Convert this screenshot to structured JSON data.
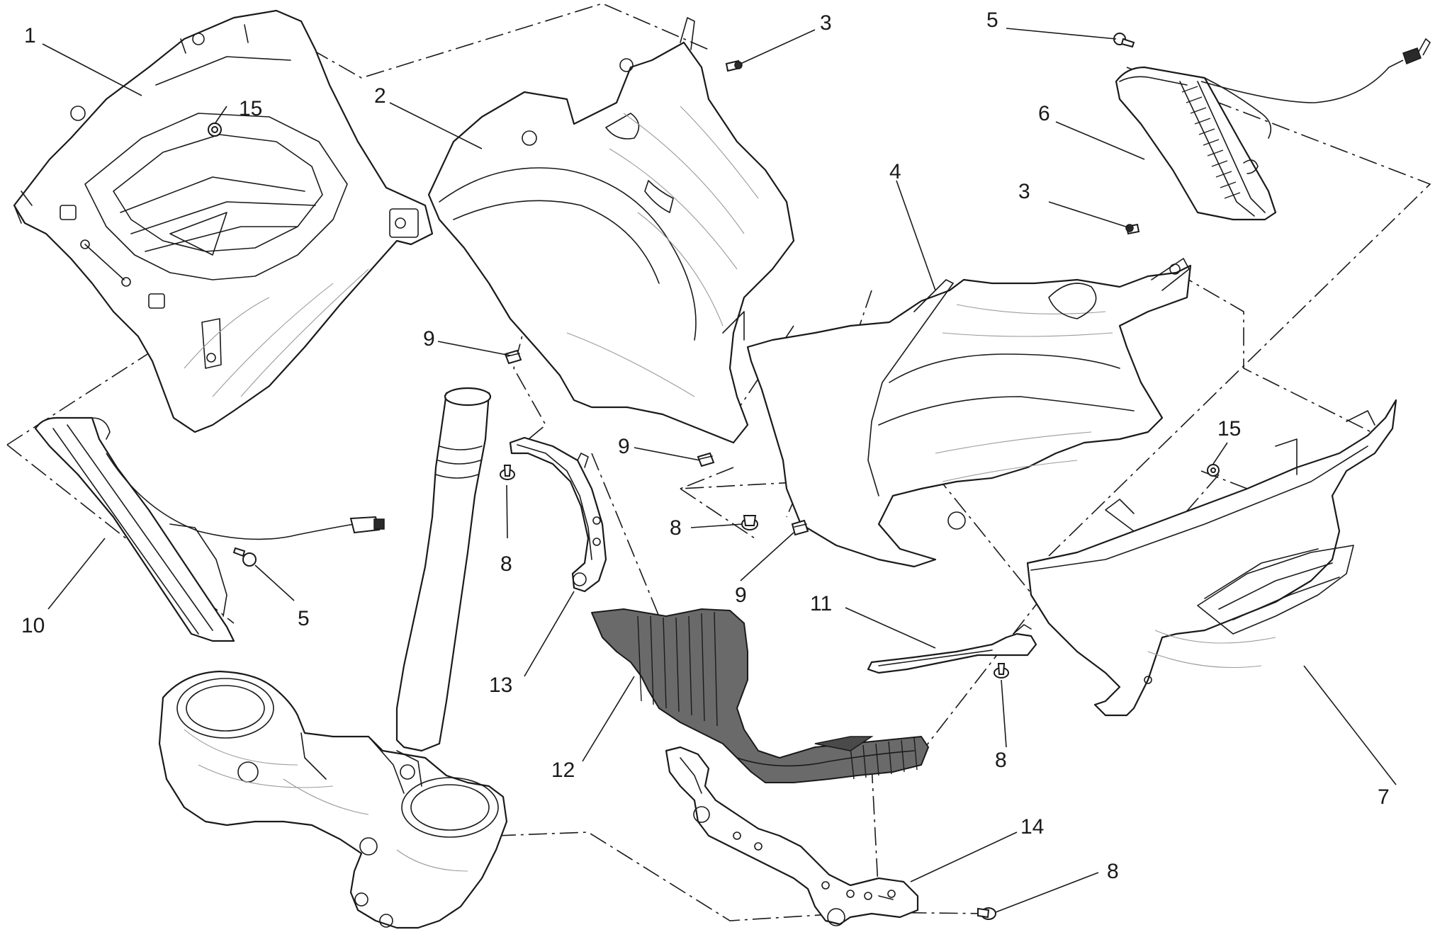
{
  "diagram": {
    "callouts": {
      "c1": "1",
      "c15a": "15",
      "c2": "2",
      "c3a": "3",
      "c5a": "5",
      "c6": "6",
      "c4": "4",
      "c3b": "3",
      "c9a": "9",
      "c9b": "9",
      "c8a": "8",
      "c8b": "8",
      "c9c": "9",
      "c15b": "15",
      "c10": "10",
      "c5b": "5",
      "c11": "11",
      "c13": "13",
      "c12": "12",
      "c8c": "8",
      "c7": "7",
      "c14": "14",
      "c8d": "8"
    }
  }
}
